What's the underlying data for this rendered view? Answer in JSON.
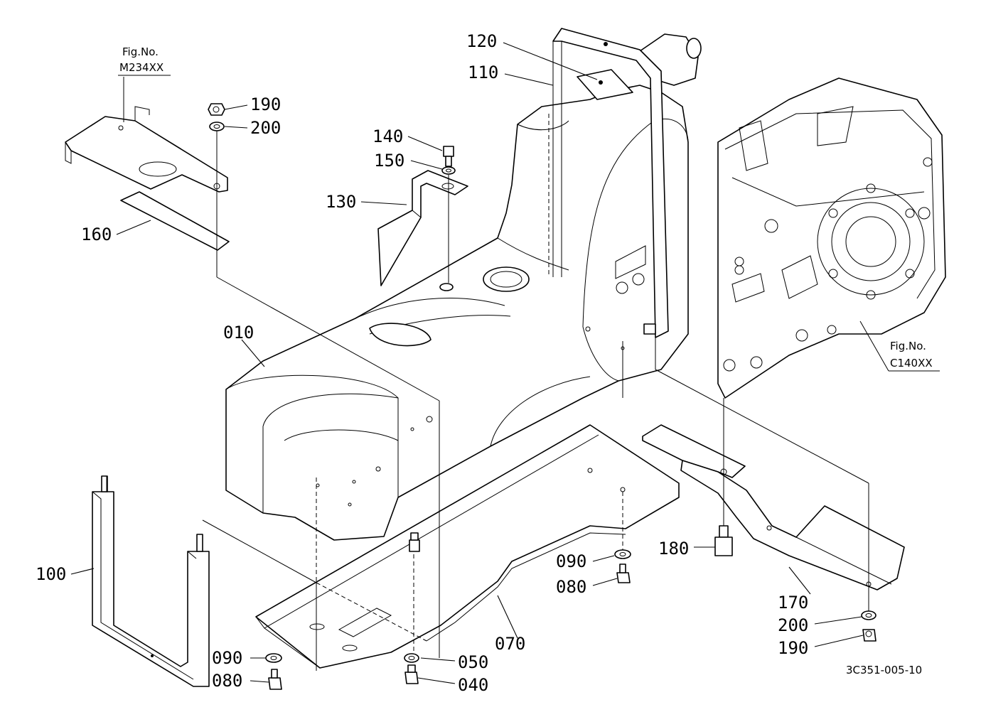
{
  "figure_refs": {
    "top_left": {
      "line1": "Fig.No.",
      "line2": "M234XX"
    },
    "right": {
      "line1": "Fig.No.",
      "line2": "C140XX"
    }
  },
  "drawing_code": "3C351-005-10",
  "callouts": {
    "p010": "010",
    "p040": "040",
    "p050": "050",
    "p070": "070",
    "p080a": "080",
    "p080b": "080",
    "p090a": "090",
    "p090b": "090",
    "p100": "100",
    "p110": "110",
    "p120": "120",
    "p130": "130",
    "p140": "140",
    "p150": "150",
    "p160": "160",
    "p170": "170",
    "p180": "180",
    "p190a": "190",
    "p190b": "190",
    "p200a": "200",
    "p200b": "200"
  }
}
